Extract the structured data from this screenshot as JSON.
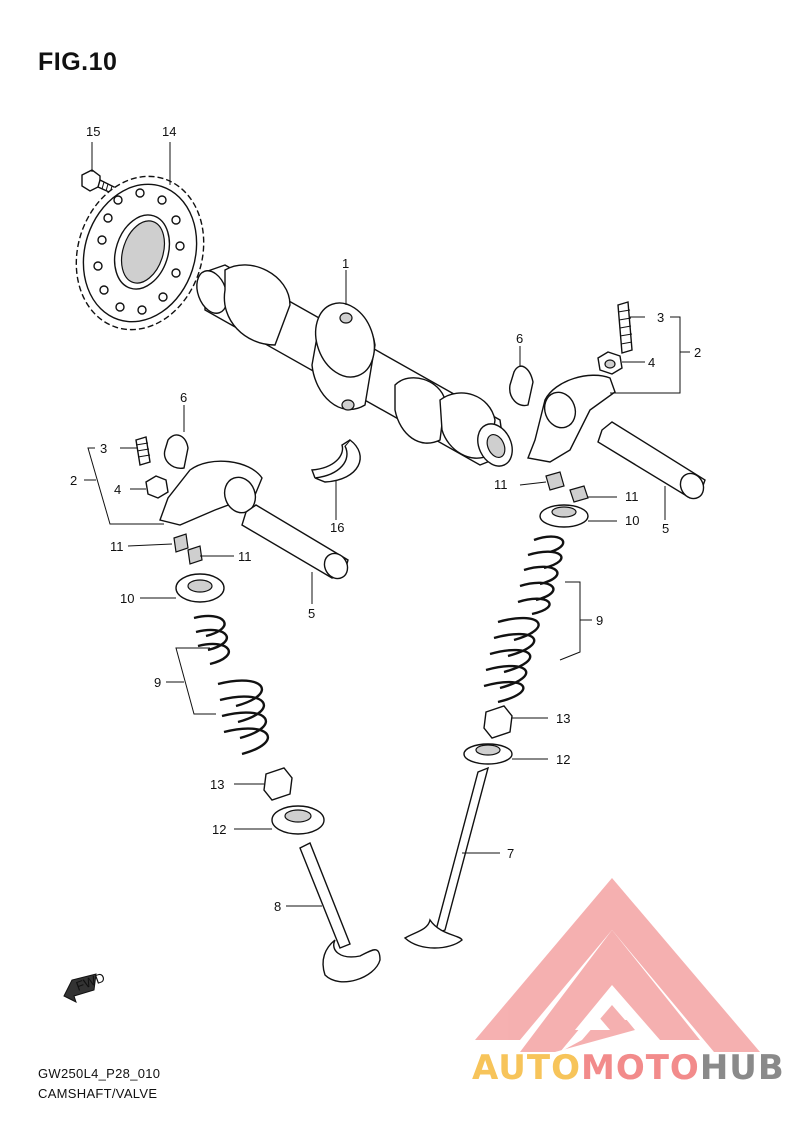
{
  "figure": {
    "title": "FIG.10",
    "code": "GW250L4_P28_010",
    "caption": "CAMSHAFT/VALVE",
    "fwd_label": "FWD"
  },
  "callouts": {
    "c1": "1",
    "c2_right": "2",
    "c3_right": "3",
    "c4_right": "4",
    "c5_right": "5",
    "c6_right": "6",
    "c7": "7",
    "c8": "8",
    "c9_right": "9",
    "c10_right": "10",
    "c11_right_a": "11",
    "c11_right_b": "11",
    "c12_right": "12",
    "c13_right": "13",
    "c14": "14",
    "c15": "15",
    "c16": "16",
    "c2_left": "2",
    "c3_left": "3",
    "c4_left": "4",
    "c5_left": "5",
    "c6_left": "6",
    "c9_left": "9",
    "c10_left": "10",
    "c11_left_a": "11",
    "c11_left_b": "11",
    "c12_left": "12",
    "c13_left": "13"
  },
  "watermark": {
    "part1": "AUTO",
    "part2": "MOTO",
    "part3": "HUB",
    "colors": {
      "yellow": "#f7c45a",
      "red": "#f28b8b",
      "gray": "#8a8a8a"
    }
  }
}
